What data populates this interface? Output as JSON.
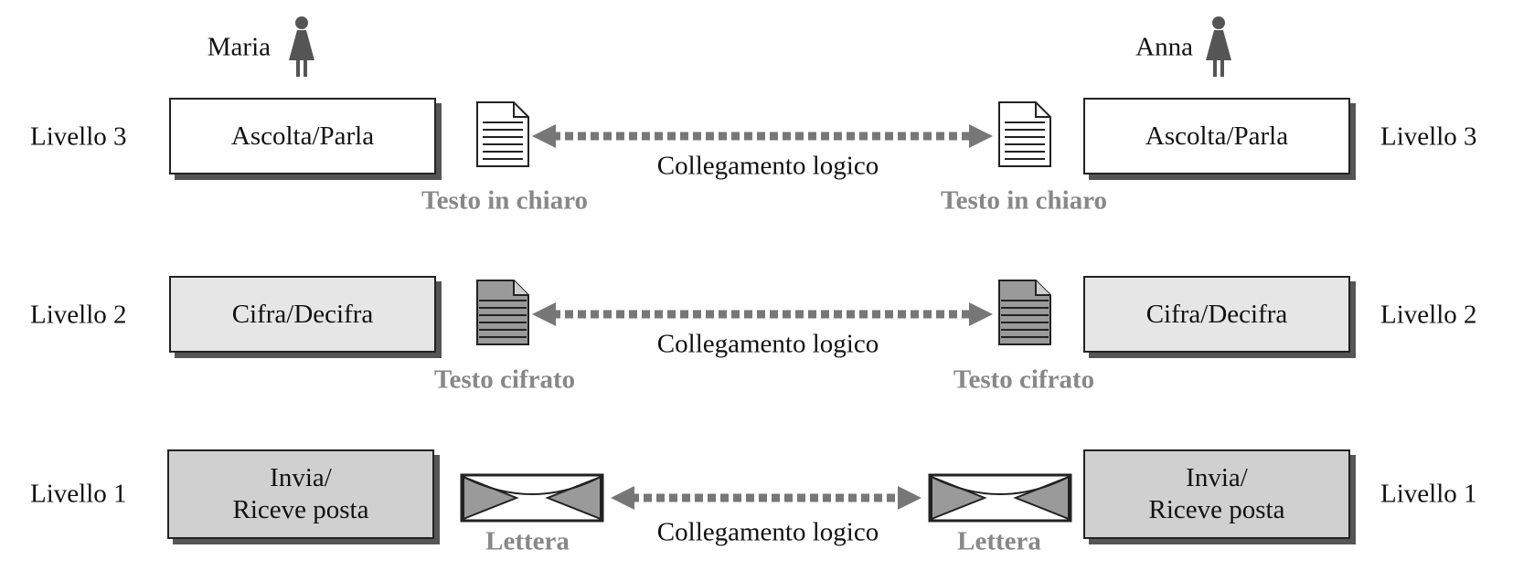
{
  "people": {
    "left": "Maria",
    "right": "Anna",
    "icon": "woman-icon"
  },
  "layers": [
    {
      "level_left": "Livello 3",
      "level_right": "Livello 3",
      "box_lines": [
        "Ascolta/Parla"
      ],
      "artifact_icon": "plaintext-document-icon",
      "artifact_label": "Testo in chiaro",
      "link_label": "Collegamento logico"
    },
    {
      "level_left": "Livello 2",
      "level_right": "Livello 2",
      "box_lines": [
        "Cifra/Decifra"
      ],
      "artifact_icon": "ciphertext-document-icon",
      "artifact_label": "Testo cifrato",
      "link_label": "Collegamento logico"
    },
    {
      "level_left": "Livello 1",
      "level_right": "Livello 1",
      "box_lines": [
        "Invia/",
        "Riceve posta"
      ],
      "artifact_icon": "envelope-icon",
      "artifact_label": "Lettera",
      "link_label": "Collegamento logico"
    }
  ],
  "colors": {
    "layer3_fill": "#ffffff",
    "layer2_fill": "#e6e6e6",
    "layer1_fill": "#d0d0d0",
    "arrow": "#777777",
    "artifact_label": "#888888"
  }
}
